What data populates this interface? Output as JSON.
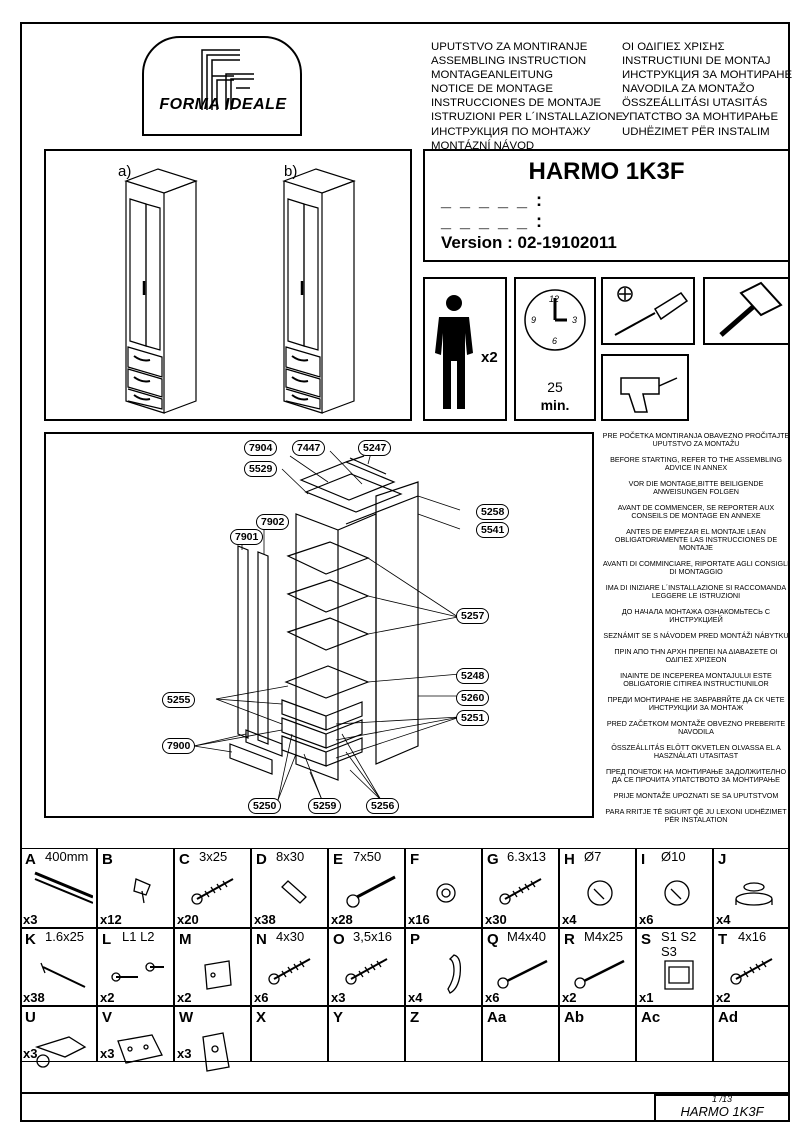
{
  "header": {
    "logo_text": "FORMA IDEALE",
    "titles_left": [
      "UPUTSTVO ZA MONTIRANJE",
      "ASSEMBLING INSTRUCTION",
      "MONTAGEANLEITUNG",
      "NOTICE DE MONTAGE",
      "INSTRUCCIONES DE MONTAJE",
      "ISTRUZIONI PER L´INSTALLAZIONE",
      "ИНСТРУКЦИЯ ПО МОНТАЖУ",
      "MONTÁZNÍ NÁVOD"
    ],
    "titles_right": [
      "ΟΙ ΟΔΙΓΙΕΣ ΧΡΙΣΗΣ",
      "INSTRUCTIUNI DE MONTAJ",
      "ИНСТРУКЦИЯ ЗА МОНТИРАНЕ",
      "NAVODILA ZA MONTAŽO",
      "ÖSSZEÁLLITÁSI UTASITÁS",
      "УПАТСТВО ЗА МОНТИРАЊЕ",
      "UDHËZIMET PËR INSTALIM"
    ]
  },
  "product": {
    "variant_a": "a)",
    "variant_b": "b)",
    "name": "HARMO 1K3F",
    "blank1": "_ _ _ _ _ :",
    "blank2": "_ _ _ _ _ :",
    "version": "Version : 02-19102011"
  },
  "requirements": {
    "persons": "x2",
    "clock_12": "12",
    "clock_3": "3",
    "clock_6": "6",
    "clock_9": "9",
    "time_value": "25",
    "time_unit": "min."
  },
  "explode_labels": [
    "7904",
    "7447",
    "5247",
    "5529",
    "5258",
    "5541",
    "7902",
    "7901",
    "5257",
    "5248",
    "5260",
    "5255",
    "5251",
    "7900",
    "5250",
    "5259",
    "5256"
  ],
  "warnings": [
    "PRE POČETKA MONTIRANJA OBAVEZNO PROČITAJTE UPUTSTVO ZA MONTAŽU",
    "BEFORE STARTING, REFER TO THE ASSEMBLING ADVICE IN ANNEX",
    "VOR DIE MONTAGE,BITTE BEILIGENDE ANWEISUNGEN FOLGEN",
    "AVANT DE COMMENCER, SE REPORTER AUX CONSEILS DE MONTAGE EN ANNEXE",
    "ANTES DE EMPEZAR EL MONTAJE LEAN OBLIGATORIAMENTE LAS INSTRUCCIONES DE MONTAJE",
    "AVANTI DI COMMINCIARE, RIPORTATE AGLI CONSIGLI DI MONTAGGIO",
    "IMA DI INIZIARE L´INSTALLAZIONE SI RACCOMANDA LEGGERE LE ISTRUZIONI",
    "ДО НАЧАЛА МОНТАЖА ОЗНАКОМЬТЕСЬ С ИНСТРУКЦИЕЙ",
    "SEZNÁMIT SE S NÁVODEM PRED MONTÁŽI NÁBYTKU",
    "ΠΡΙΝ ΑΠΟ ΤΗΝ ΑΡΧΗ ΠΡΕΠΕΙ ΝΑ ΔΙΑΒΑΣΕΤΕ ΟΙ ΟΔΙΓΙΕΣ ΧΡΙΣΕΟΝ",
    "INAINTE DE INCEPEREA MONTAJULUI ESTE OBLIGATORIE CITIREA INSTRUCTIUNILOR",
    "ПРЕДИ МОНТИРАНЕ НЕ ЗАБРАВЯЙТЕ ДА СК ЧЕТЕ ИНСТРУКЦИИ ЗА МОНТАЖ",
    "PRED ZAČETKOM MONTAŽE OBVEZNO PREBERITE NAVODILA",
    "ÖSSZEÁLLITÁS ELÖTT OKVETLEN OLVASSA EL A HASZNÁLATI UTASITAST",
    "ПРЕД ПОЧЕТОК НА МОНТИРАЊЕ ЗАДОЛЖИТЕЛНО ДА СЕ ПРОЧИТА УПАТСТВОТО ЗА МОНТИРАЊЕ",
    "PRIJE MONTAŽE UPOZNATI SE SA UPUTSTVOM",
    "PARA RRITJE TË SIGURT QË JU LEXONI UDHËZIMET PËR INSTALATION"
  ],
  "parts_rows": [
    [
      {
        "letter": "A",
        "spec": "400mm",
        "qty": "x3",
        "icon": "slide-rail-icon"
      },
      {
        "letter": "B",
        "spec": "",
        "qty": "x12",
        "icon": "shelf-support-icon"
      },
      {
        "letter": "C",
        "spec": "3x25",
        "qty": "x20",
        "icon": "screw-icon"
      },
      {
        "letter": "D",
        "spec": "8x30",
        "qty": "x38",
        "icon": "dowel-icon"
      },
      {
        "letter": "E",
        "spec": "7x50",
        "qty": "x28",
        "icon": "confirmat-screw-icon"
      },
      {
        "letter": "F",
        "spec": "",
        "qty": "x16",
        "icon": "cam-lock-icon"
      },
      {
        "letter": "G",
        "spec": "6.3x13",
        "qty": "x30",
        "icon": "screw-icon"
      },
      {
        "letter": "H",
        "spec": "Ø7",
        "qty": "x4",
        "icon": "cover-cap-icon"
      },
      {
        "letter": "I",
        "spec": "Ø10",
        "qty": "x6",
        "icon": "cover-cap-icon"
      },
      {
        "letter": "J",
        "spec": "",
        "qty": "x4",
        "icon": "leg-glide-icon"
      }
    ],
    [
      {
        "letter": "K",
        "spec": "1.6x25",
        "qty": "x38",
        "icon": "nail-icon"
      },
      {
        "letter": "L",
        "spec": "L1  L2",
        "qty": "x2",
        "icon": "bolt-icon"
      },
      {
        "letter": "M",
        "spec": "",
        "qty": "x2",
        "icon": "plate-icon"
      },
      {
        "letter": "N",
        "spec": "4x30",
        "qty": "x6",
        "icon": "screw-icon"
      },
      {
        "letter": "O",
        "spec": "3,5x16",
        "qty": "x3",
        "icon": "screw-icon"
      },
      {
        "letter": "P",
        "spec": "",
        "qty": "x4",
        "icon": "handle-icon"
      },
      {
        "letter": "Q",
        "spec": "M4x40",
        "qty": "x6",
        "icon": "machine-screw-icon"
      },
      {
        "letter": "R",
        "spec": "M4x25",
        "qty": "x2",
        "icon": "machine-screw-icon"
      },
      {
        "letter": "S",
        "spec": "S1 S2 S3",
        "qty": "x1",
        "icon": "hinge-set-icon"
      },
      {
        "letter": "T",
        "spec": "4x16",
        "qty": "x2",
        "icon": "screw-icon"
      }
    ],
    [
      {
        "letter": "U",
        "spec": "",
        "qty": "x3",
        "icon": "hinge-icon"
      },
      {
        "letter": "V",
        "spec": "",
        "qty": "x3",
        "icon": "hinge-plate-icon"
      },
      {
        "letter": "W",
        "spec": "",
        "qty": "x3",
        "icon": "mounting-plate-icon"
      },
      {
        "letter": "X",
        "spec": "",
        "qty": "",
        "icon": ""
      },
      {
        "letter": "Y",
        "spec": "",
        "qty": "",
        "icon": ""
      },
      {
        "letter": "Z",
        "spec": "",
        "qty": "",
        "icon": ""
      },
      {
        "letter": "Aa",
        "spec": "",
        "qty": "",
        "icon": ""
      },
      {
        "letter": "Ab",
        "spec": "",
        "qty": "",
        "icon": ""
      },
      {
        "letter": "Ac",
        "spec": "",
        "qty": "",
        "icon": ""
      },
      {
        "letter": "Ad",
        "spec": "",
        "qty": "",
        "icon": ""
      }
    ]
  ],
  "footer": {
    "page": "1 /13",
    "name": "HARMO 1K3F"
  }
}
